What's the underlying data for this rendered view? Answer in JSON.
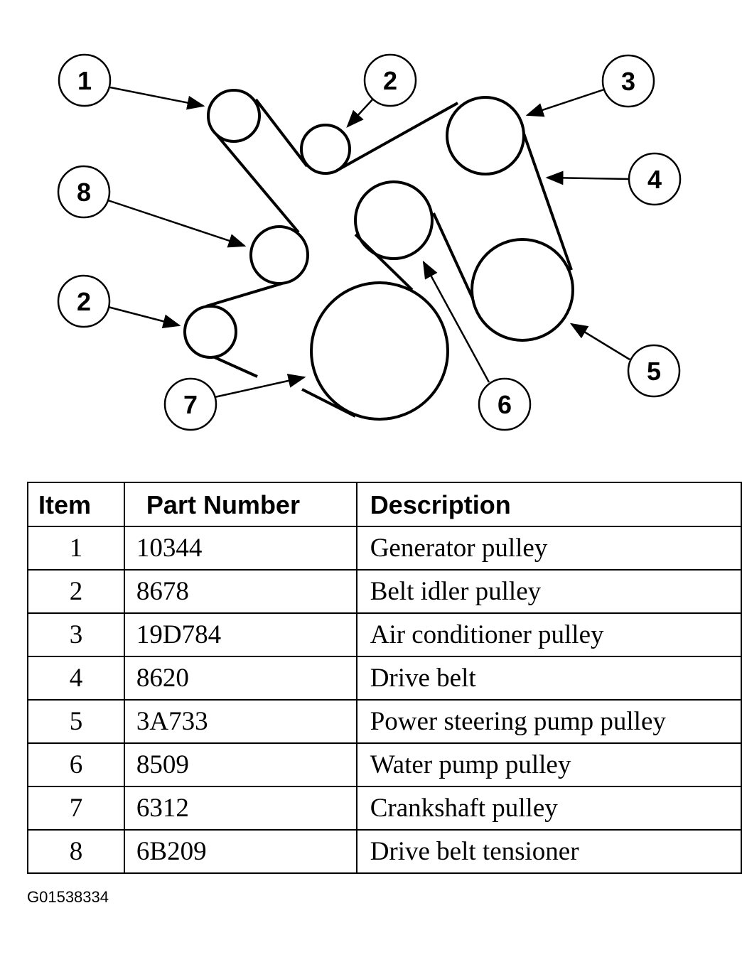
{
  "callouts": {
    "c1": "1",
    "c2a": "2",
    "c3": "3",
    "c4": "4",
    "c5": "5",
    "c6": "6",
    "c7": "7",
    "c8": "8",
    "c2b": "2"
  },
  "table": {
    "headers": {
      "item": "Item",
      "part": "Part Number",
      "desc": "Description"
    },
    "rows": [
      {
        "item": "1",
        "part": "10344",
        "desc": "Generator pulley"
      },
      {
        "item": "2",
        "part": "8678",
        "desc": "Belt idler pulley"
      },
      {
        "item": "3",
        "part": "19D784",
        "desc": "Air conditioner pulley"
      },
      {
        "item": "4",
        "part": "8620",
        "desc": "Drive belt"
      },
      {
        "item": "5",
        "part": "3A733",
        "desc": "Power steering pump pulley"
      },
      {
        "item": "6",
        "part": "8509",
        "desc": "Water pump pulley"
      },
      {
        "item": "7",
        "part": "6312",
        "desc": "Crankshaft pulley"
      },
      {
        "item": "8",
        "part": "6B209",
        "desc": "Drive belt tensioner"
      }
    ]
  },
  "figure_id": "G01538334"
}
